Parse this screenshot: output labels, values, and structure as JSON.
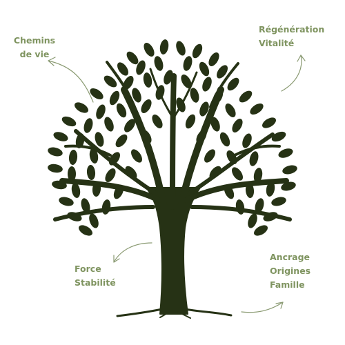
{
  "colors": {
    "tree": "#263215",
    "label": "#7f9460",
    "arrow": "#8a9a72",
    "background": "#ffffff"
  },
  "labels": {
    "top_left": [
      "Chemins",
      "de vie"
    ],
    "top_right": [
      "Régénération",
      "Vitalité"
    ],
    "bottom_left": [
      "Force",
      "Stabilité"
    ],
    "bottom_right": [
      "Ancrage",
      "Origines",
      "Famille"
    ]
  },
  "icons": {
    "tree": "tree-icon",
    "arrow": "curved-arrow-icon"
  }
}
